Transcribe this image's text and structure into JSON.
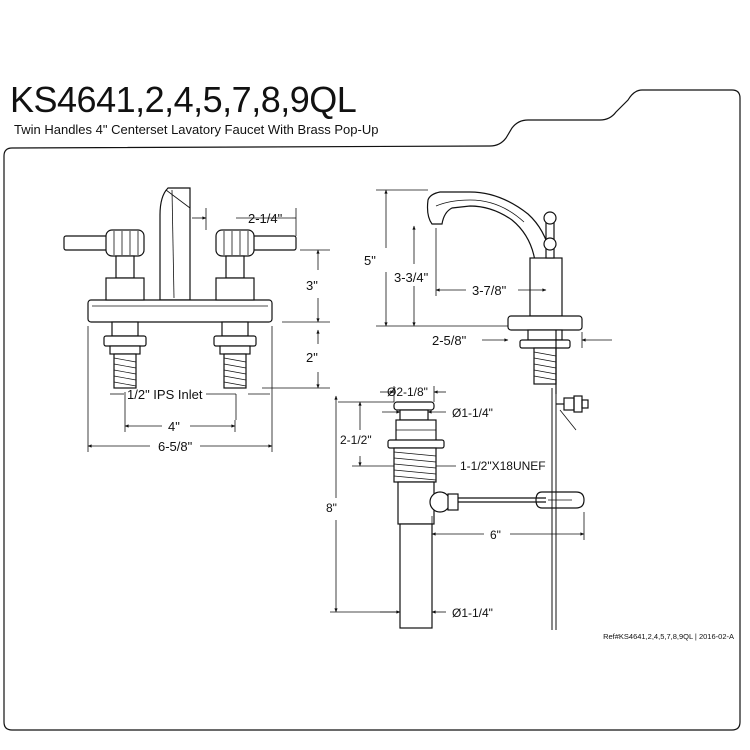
{
  "header": {
    "model": "KS4641,2,4,5,7,8,9QL",
    "description": "Twin Handles 4\" Centerset Lavatory Faucet With Brass Pop-Up"
  },
  "front_view": {
    "handle_to_spout": "2-1/4\"",
    "body_height": "3\"",
    "inlet_height": "2\"",
    "inlet_label": "1/2\" IPS Inlet",
    "centerset": "4\"",
    "overall_width": "6-5/8\""
  },
  "side_view": {
    "overall_height": "5\"",
    "spout_height": "3-3/4\"",
    "spout_reach": "3-7/8\"",
    "base_depth": "2-5/8\""
  },
  "drain": {
    "flange_diameter": "Ø2-1/8\"",
    "tailpiece_diameter_top": "Ø1-1/4\"",
    "flange_height": "2-1/2\"",
    "thread": "1-1/2\"X18UNEF",
    "overall_length": "8\"",
    "rod_reach": "6\"",
    "tailpiece_diameter_bottom": "Ø1-1/4\""
  },
  "footer": {
    "reference": "Ref#KS4641,2,4,5,7,8,9QL | 2016-02-A"
  }
}
